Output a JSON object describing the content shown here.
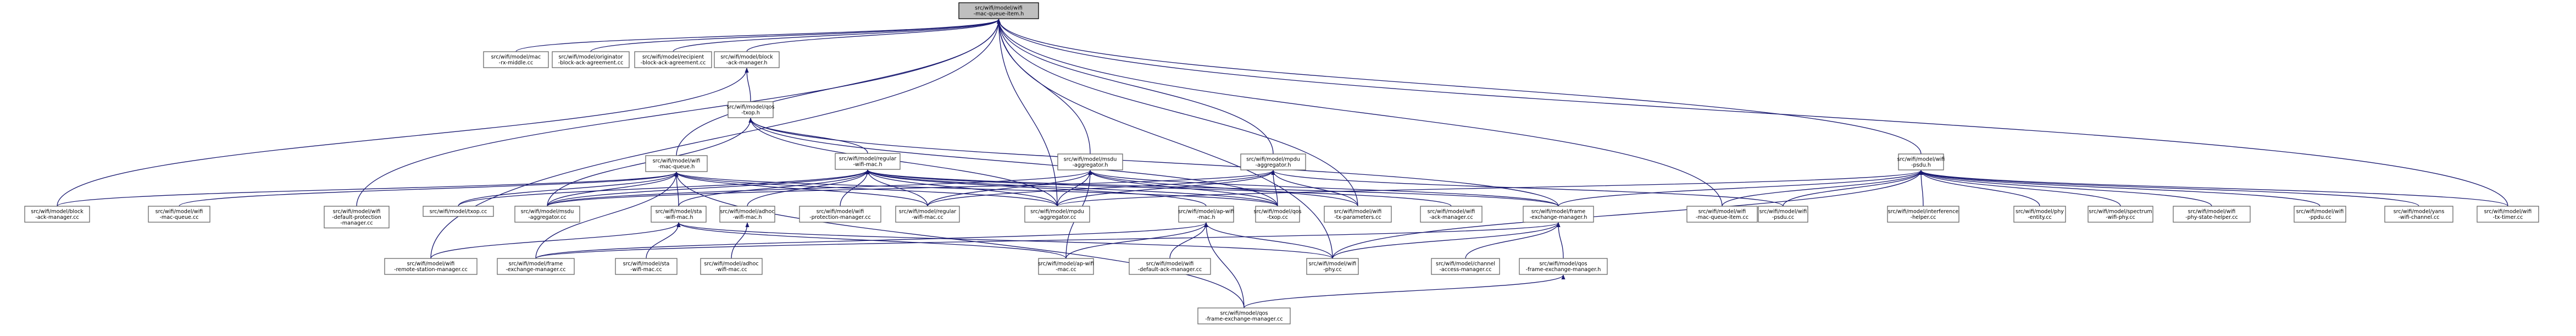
{
  "graph": {
    "title": "",
    "edge_color": "#191970",
    "root_fill": "#bfbfbf",
    "node_fill": "#ffffff",
    "nodes": [
      {
        "id": "root",
        "label": [
          "src/wifi/model/wifi",
          "-mac-queue-item.h"
        ],
        "root": true
      },
      {
        "id": "mac_rx_middle",
        "label": [
          "src/wifi/model/mac",
          "-rx-middle.cc"
        ]
      },
      {
        "id": "originator",
        "label": [
          "src/wifi/model/originator",
          "-block-ack-agreement.cc"
        ]
      },
      {
        "id": "recipient",
        "label": [
          "src/wifi/model/recipient",
          "-block-ack-agreement.cc"
        ]
      },
      {
        "id": "block_ack_mgr_h",
        "label": [
          "src/wifi/model/block",
          "-ack-manager.h"
        ]
      },
      {
        "id": "qos_txop_h",
        "label": [
          "src/wifi/model/qos",
          "-txop.h"
        ]
      },
      {
        "id": "wifi_mac_queue_h",
        "label": [
          "src/wifi/model/wifi",
          "-mac-queue.h"
        ]
      },
      {
        "id": "regular_wifi_mac_h",
        "label": [
          "src/wifi/model/regular",
          "-wifi-mac.h"
        ]
      },
      {
        "id": "msdu_aggregator_h",
        "label": [
          "src/wifi/model/msdu",
          "-aggregator.h"
        ]
      },
      {
        "id": "mpdu_aggregator_h",
        "label": [
          "src/wifi/model/mpdu",
          "-aggregator.h"
        ]
      },
      {
        "id": "wifi_psdu_h",
        "label": [
          "src/wifi/model/wifi",
          "-psdu.h"
        ]
      },
      {
        "id": "block_ack_mgr_cc",
        "label": [
          "src/wifi/model/block",
          "-ack-manager.cc"
        ]
      },
      {
        "id": "wifi_mac_queue_cc",
        "label": [
          "src/wifi/model/wifi",
          "-mac-queue.cc"
        ]
      },
      {
        "id": "default_protection",
        "label": [
          "src/wifi/model/wifi",
          "-default-protection",
          "-manager.cc"
        ]
      },
      {
        "id": "txop_cc",
        "label": [
          "src/wifi/model/txop.cc"
        ]
      },
      {
        "id": "msdu_aggregator_cc",
        "label": [
          "src/wifi/model/msdu",
          "-aggregator.cc"
        ]
      },
      {
        "id": "sta_wifi_mac_h",
        "label": [
          "src/wifi/model/sta",
          "-wifi-mac.h"
        ]
      },
      {
        "id": "adhoc_wifi_mac_h",
        "label": [
          "src/wifi/model/adhoc",
          "-wifi-mac.h"
        ]
      },
      {
        "id": "wifi_protection_mgr",
        "label": [
          "src/wifi/model/wifi",
          "-protection-manager.cc"
        ]
      },
      {
        "id": "regular_wifi_mac_cc",
        "label": [
          "src/wifi/model/regular",
          "-wifi-mac.cc"
        ]
      },
      {
        "id": "mpdu_aggregator_cc",
        "label": [
          "src/wifi/model/mpdu",
          "-aggregator.cc"
        ]
      },
      {
        "id": "ap_wifi_mac_h",
        "label": [
          "src/wifi/model/ap-wifi",
          "-mac.h"
        ]
      },
      {
        "id": "qos_txop_cc",
        "label": [
          "src/wifi/model/qos",
          "-txop.cc"
        ]
      },
      {
        "id": "wifi_tx_parameters",
        "label": [
          "src/wifi/model/wifi",
          "-tx-parameters.cc"
        ]
      },
      {
        "id": "wifi_ack_manager",
        "label": [
          "src/wifi/model/wifi",
          "-ack-manager.cc"
        ]
      },
      {
        "id": "frame_exchange_h",
        "label": [
          "src/wifi/model/frame",
          "-exchange-manager.h"
        ]
      },
      {
        "id": "wifi_mac_queue_item_cc",
        "label": [
          "src/wifi/model/wifi",
          "-mac-queue-item.cc"
        ]
      },
      {
        "id": "wifi_psdu_cc",
        "label": [
          "src/wifi/model/wifi",
          "-psdu.cc"
        ]
      },
      {
        "id": "interference_helper",
        "label": [
          "src/wifi/model/interference",
          "-helper.cc"
        ]
      },
      {
        "id": "phy_entity",
        "label": [
          "src/wifi/model/phy",
          "-entity.cc"
        ]
      },
      {
        "id": "spectrum_wifi_phy",
        "label": [
          "src/wifi/model/spectrum",
          "-wifi-phy.cc"
        ]
      },
      {
        "id": "phy_state_helper",
        "label": [
          "src/wifi/model/wifi",
          "-phy-state-helper.cc"
        ]
      },
      {
        "id": "wifi_ppdu",
        "label": [
          "src/wifi/model/wifi",
          "-ppdu.cc"
        ]
      },
      {
        "id": "yans_wifi_channel",
        "label": [
          "src/wifi/model/yans",
          "-wifi-channel.cc"
        ]
      },
      {
        "id": "wifi_tx_timer",
        "label": [
          "src/wifi/model/wifi",
          "-tx-timer.cc"
        ]
      },
      {
        "id": "remote_station",
        "label": [
          "src/wifi/model/wifi",
          "-remote-station-manager.cc"
        ]
      },
      {
        "id": "frame_exchange_cc",
        "label": [
          "src/wifi/model/frame",
          "-exchange-manager.cc"
        ]
      },
      {
        "id": "sta_wifi_mac_cc",
        "label": [
          "src/wifi/model/sta",
          "-wifi-mac.cc"
        ]
      },
      {
        "id": "adhoc_wifi_mac_cc",
        "label": [
          "src/wifi/model/adhoc",
          "-wifi-mac.cc"
        ]
      },
      {
        "id": "ap_wifi_mac_cc",
        "label": [
          "src/wifi/model/ap-wifi",
          "-mac.cc"
        ]
      },
      {
        "id": "wifi_default_ack",
        "label": [
          "src/wifi/model/wifi",
          "-default-ack-manager.cc"
        ]
      },
      {
        "id": "wifi_phy_cc",
        "label": [
          "src/wifi/model/wifi",
          "-phy.cc"
        ]
      },
      {
        "id": "channel_access",
        "label": [
          "src/wifi/model/channel",
          "-access-manager.cc"
        ]
      },
      {
        "id": "qos_frame_exchange_h",
        "label": [
          "src/wifi/model/qos",
          "-frame-exchange-manager.h"
        ]
      },
      {
        "id": "qos_frame_exchange_cc",
        "label": [
          "src/wifi/model/qos",
          "-frame-exchange-manager.cc"
        ]
      }
    ],
    "edges": [
      [
        "mac_rx_middle",
        "root"
      ],
      [
        "originator",
        "root"
      ],
      [
        "recipient",
        "root"
      ],
      [
        "block_ack_mgr_h",
        "root"
      ],
      [
        "wifi_mac_queue_h",
        "root"
      ],
      [
        "msdu_aggregator_h",
        "root"
      ],
      [
        "mpdu_aggregator_h",
        "root"
      ],
      [
        "wifi_psdu_h",
        "root"
      ],
      [
        "default_protection",
        "root"
      ],
      [
        "mpdu_aggregator_cc",
        "root"
      ],
      [
        "wifi_tx_parameters",
        "root"
      ],
      [
        "wifi_mac_queue_item_cc",
        "root"
      ],
      [
        "wifi_tx_timer",
        "root"
      ],
      [
        "remote_station",
        "root"
      ],
      [
        "wifi_phy_cc",
        "root"
      ],
      [
        "qos_txop_h",
        "block_ack_mgr_h"
      ],
      [
        "block_ack_mgr_cc",
        "block_ack_mgr_h"
      ],
      [
        "regular_wifi_mac_h",
        "qos_txop_h"
      ],
      [
        "msdu_aggregator_cc",
        "qos_txop_h"
      ],
      [
        "qos_txop_cc",
        "qos_txop_h"
      ],
      [
        "mpdu_aggregator_cc",
        "qos_txop_h"
      ],
      [
        "frame_exchange_h",
        "qos_txop_h"
      ],
      [
        "block_ack_mgr_cc",
        "wifi_mac_queue_h"
      ],
      [
        "wifi_mac_queue_cc",
        "wifi_mac_queue_h"
      ],
      [
        "txop_cc",
        "wifi_mac_queue_h"
      ],
      [
        "msdu_aggregator_cc",
        "wifi_mac_queue_h"
      ],
      [
        "sta_wifi_mac_h",
        "wifi_mac_queue_h"
      ],
      [
        "regular_wifi_mac_cc",
        "wifi_mac_queue_h"
      ],
      [
        "mpdu_aggregator_cc",
        "wifi_mac_queue_h"
      ],
      [
        "qos_txop_cc",
        "wifi_mac_queue_h"
      ],
      [
        "qos_frame_exchange_cc",
        "wifi_mac_queue_h"
      ],
      [
        "frame_exchange_cc",
        "wifi_mac_queue_h"
      ],
      [
        "txop_cc",
        "regular_wifi_mac_h"
      ],
      [
        "msdu_aggregator_cc",
        "regular_wifi_mac_h"
      ],
      [
        "sta_wifi_mac_h",
        "regular_wifi_mac_h"
      ],
      [
        "adhoc_wifi_mac_h",
        "regular_wifi_mac_h"
      ],
      [
        "wifi_protection_mgr",
        "regular_wifi_mac_h"
      ],
      [
        "regular_wifi_mac_cc",
        "regular_wifi_mac_h"
      ],
      [
        "mpdu_aggregator_cc",
        "regular_wifi_mac_h"
      ],
      [
        "ap_wifi_mac_h",
        "regular_wifi_mac_h"
      ],
      [
        "qos_txop_cc",
        "regular_wifi_mac_h"
      ],
      [
        "wifi_ack_manager",
        "regular_wifi_mac_h"
      ],
      [
        "frame_exchange_h",
        "regular_wifi_mac_h"
      ],
      [
        "msdu_aggregator_cc",
        "msdu_aggregator_h"
      ],
      [
        "regular_wifi_mac_cc",
        "msdu_aggregator_h"
      ],
      [
        "mpdu_aggregator_cc",
        "msdu_aggregator_h"
      ],
      [
        "qos_txop_cc",
        "msdu_aggregator_h"
      ],
      [
        "wifi_tx_parameters",
        "msdu_aggregator_h"
      ],
      [
        "ap_wifi_mac_cc",
        "msdu_aggregator_h"
      ],
      [
        "frame_exchange_h",
        "msdu_aggregator_h"
      ],
      [
        "regular_wifi_mac_cc",
        "mpdu_aggregator_h"
      ],
      [
        "mpdu_aggregator_cc",
        "mpdu_aggregator_h"
      ],
      [
        "qos_txop_cc",
        "mpdu_aggregator_h"
      ],
      [
        "wifi_tx_parameters",
        "mpdu_aggregator_h"
      ],
      [
        "wifi_psdu_cc",
        "mpdu_aggregator_h"
      ],
      [
        "msdu_aggregator_cc",
        "mpdu_aggregator_h"
      ],
      [
        "wifi_mac_queue_item_cc",
        "wifi_psdu_h"
      ],
      [
        "wifi_psdu_cc",
        "wifi_psdu_h"
      ],
      [
        "interference_helper",
        "wifi_psdu_h"
      ],
      [
        "phy_entity",
        "wifi_psdu_h"
      ],
      [
        "spectrum_wifi_phy",
        "wifi_psdu_h"
      ],
      [
        "phy_state_helper",
        "wifi_psdu_h"
      ],
      [
        "wifi_ppdu",
        "wifi_psdu_h"
      ],
      [
        "yans_wifi_channel",
        "wifi_psdu_h"
      ],
      [
        "wifi_tx_timer",
        "wifi_psdu_h"
      ],
      [
        "frame_exchange_h",
        "wifi_psdu_h"
      ],
      [
        "mpdu_aggregator_cc",
        "wifi_psdu_h"
      ],
      [
        "wifi_phy_cc",
        "wifi_psdu_h"
      ],
      [
        "remote_station",
        "sta_wifi_mac_h"
      ],
      [
        "sta_wifi_mac_cc",
        "sta_wifi_mac_h"
      ],
      [
        "ap_wifi_mac_cc",
        "sta_wifi_mac_h"
      ],
      [
        "wifi_phy_cc",
        "sta_wifi_mac_h"
      ],
      [
        "adhoc_wifi_mac_cc",
        "adhoc_wifi_mac_h"
      ],
      [
        "ap_wifi_mac_cc",
        "ap_wifi_mac_h"
      ],
      [
        "wifi_default_ack",
        "ap_wifi_mac_h"
      ],
      [
        "wifi_phy_cc",
        "ap_wifi_mac_h"
      ],
      [
        "qos_frame_exchange_cc",
        "ap_wifi_mac_h"
      ],
      [
        "frame_exchange_cc",
        "ap_wifi_mac_h"
      ],
      [
        "channel_access",
        "frame_exchange_h"
      ],
      [
        "qos_frame_exchange_h",
        "frame_exchange_h"
      ],
      [
        "frame_exchange_cc",
        "frame_exchange_h"
      ],
      [
        "wifi_phy_cc",
        "frame_exchange_h"
      ],
      [
        "qos_frame_exchange_cc",
        "qos_frame_exchange_h"
      ]
    ]
  }
}
